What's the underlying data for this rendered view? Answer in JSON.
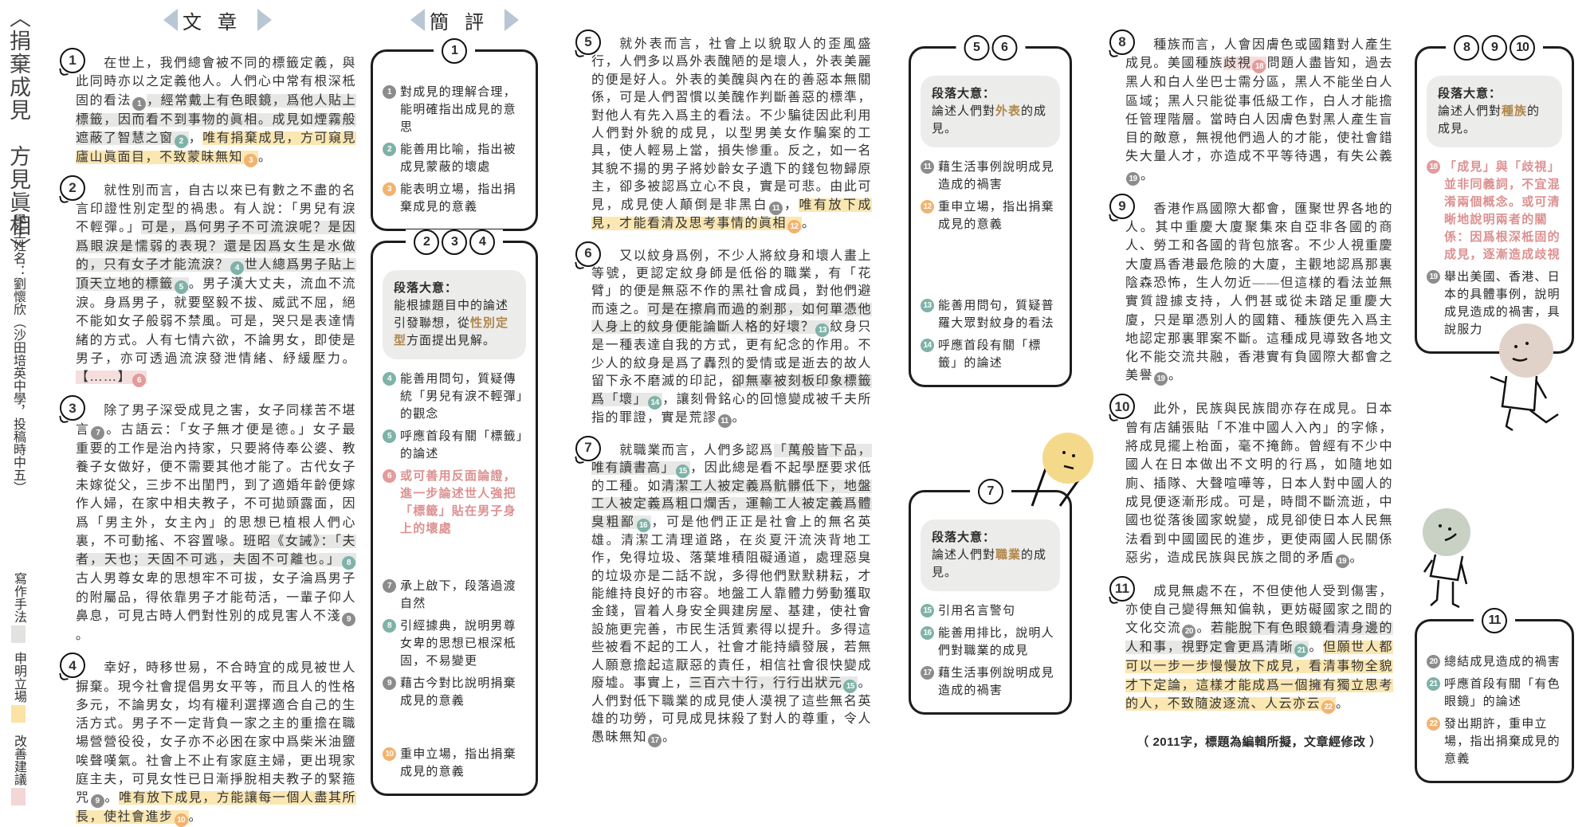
{
  "sidebar": {
    "title": "〈捐棄成見　方見眞相〉",
    "author": "學生姓名：劉懷欣（沙田培英中學，投稿時中五）",
    "legend": [
      {
        "label": "寫作手法",
        "color": "#e2e2e0"
      },
      {
        "label": "申明立場",
        "color": "#fbe3a6"
      },
      {
        "label": "改善建議",
        "color": "#f3d6d6"
      }
    ]
  },
  "headings": {
    "article": "文章",
    "comment": "簡評"
  },
  "colors": {
    "gray": "#8c8c8c",
    "teal": "#7fb2a8",
    "orange": "#f1b36f",
    "pink": "#e39b9b",
    "hl_gray": "#e7e7e5",
    "hl_yellow": "#fbe7b2",
    "hl_pink": "#f5dede",
    "key": "#b0864a"
  },
  "marker_colors": {
    "1": "gray",
    "2": "teal",
    "3": "orange",
    "4": "teal",
    "5": "teal",
    "6": "pink",
    "7": "gray",
    "8": "teal",
    "9": "gray",
    "10": "orange",
    "11": "gray",
    "12": "orange",
    "13": "teal",
    "14": "teal",
    "15": "teal",
    "16": "teal",
    "17": "gray",
    "18": "pink",
    "19": "gray",
    "20": "gray",
    "21": "teal",
    "22": "orange"
  },
  "paragraphs": [
    {
      "num": "1",
      "segments": [
        [
          "在世上，我們總會被不同的標籤定義，與此同時亦以之定義他人。人們心中常有根深柢固的看法",
          "",
          1
        ],
        [
          "，經常戴上有色眼鏡，爲他人貼上標籤，因而看不到事物的眞相。成見如煙霧般遮蔽了智慧之窗",
          "gray",
          2
        ],
        [
          "，",
          "",
          null
        ],
        [
          "唯有捐棄成見，方可窺見廬山眞面目，不致蒙昧無知",
          "yellow",
          3
        ],
        [
          "。",
          "",
          null
        ]
      ]
    },
    {
      "num": "2",
      "segments": [
        [
          "就性別而言，自古以來已有數之不盡的名言印證性別定型的禍患。有人說：「男兒有淚不輕彈。」",
          "",
          null
        ],
        [
          "可是，爲何男子不可流淚呢？是因爲眼淚是懦弱的表現？還是因爲女生是水做的，只有女子才能流淚？",
          "gray",
          4
        ],
        [
          "世人總爲男子貼上頂天立地的標籤",
          "gray",
          5
        ],
        [
          "。男子漢大丈夫，流血不流淚。身爲男子，就要堅毅不拔、威武不屈，絕不能如女子般弱不禁風。可是，哭只是表達情緒的方式。人有七情六欲，不論男女，即使是男子，亦可透過流淚發泄情緒、紓緩壓力。",
          "",
          null
        ],
        [
          "【……】",
          "pink",
          6
        ]
      ]
    },
    {
      "num": "3",
      "segments": [
        [
          "除了男子深受成見之害，女子同樣苦不堪言",
          "",
          7
        ],
        [
          "。古語云：「女子無才便是德。」女子最重要的工作是治內持家，只要將侍奉公婆、教養子女做好，便不需要其他才能了。古代女子未嫁從父，三步不出閨門，到了適婚年齡便嫁作人婦，在家中相夫教子，不可拋頭露面，因爲「男主外，女主內」的思想已植根人們心裏，不可動搖、不容置喙。",
          "",
          null
        ],
        [
          "班昭《女誡》：「夫者，天也；天固不可逃，夫固不可離也。」",
          "gray",
          8
        ],
        [
          "古人男尊女卑的思想牢不可拔，女子淪爲男子的附屬品，得依靠男子才能苟活，一輩子仰人鼻息，可見古時人們對性別的成見害人不淺",
          "",
          9
        ],
        [
          "。",
          "",
          null
        ]
      ]
    },
    {
      "num": "4",
      "segments": [
        [
          "幸好，時移世易，不合時宜的成見被世人摒棄。現今社會提倡男女平等，而且人的性格多元，不論男女，均有權利選擇適合自己的生活方式。男子不一定背負一家之主的重擔在職場營營役役，女子亦不必困在家中爲柴米油鹽唉聲嘆氣。社會上不止有家庭主婦，更出現家庭主夫，可見女性已日漸掙脫相夫教子的緊箍咒",
          "",
          9
        ],
        [
          "。",
          "",
          null
        ],
        [
          "唯有放下成見，方能讓每一個人盡其所長，使社會進步",
          "yellow",
          10
        ],
        [
          "。",
          "",
          null
        ]
      ]
    },
    {
      "num": "5",
      "segments": [
        [
          "就外表而言，社會上以貌取人的歪風盛行，人們多以爲外表醜陋的是壞人，外表美麗的便是好人。外表的美醜與內在的善惡本無關係，可是人們習慣以美醜作判斷善惡的標準，對他人有先入爲主的看法。不少騙徒因此利用人們對外貌的成見，以型男美女作騙案的工具，使人輕易上當，損失慘重。反之，如一名其貌不揚的男子將妙齡女子遺下的錢包物歸原主，卻多被認爲立心不良，實是可悲。由此可見，成見使人顛倒是非黑白",
          "",
          11
        ],
        [
          "，",
          "",
          null
        ],
        [
          "唯有放下成見，才能看清及思考事情的眞相",
          "yellow",
          12
        ],
        [
          "。",
          "",
          null
        ]
      ]
    },
    {
      "num": "6",
      "segments": [
        [
          "又以紋身爲例，不少人將紋身和壞人畫上等號，更認定紋身師是低俗的職業，有「花臂」的便是無惡不作的黑社會成員，對他們避而遠之。",
          "",
          null
        ],
        [
          "可是在擦肩而過的剎那，如何單憑他人身上的紋身便能論斷人格的好壞？",
          "gray",
          13
        ],
        [
          "紋身只是一種表達自我的方式，更有紀念的作用。不少人的紋身是爲了轟烈的愛情或是逝去的故人留下永不磨滅的印記，",
          "",
          null
        ],
        [
          "卻無辜被刻板印象標籤爲「壞」",
          "gray",
          14
        ],
        [
          "，讓刻骨銘心的回憶變成被千夫所指的罪證，實是荒謬",
          "",
          11
        ],
        [
          "。",
          "",
          null
        ]
      ]
    },
    {
      "num": "7",
      "segments": [
        [
          "就職業而言，人們多認爲",
          "",
          null
        ],
        [
          "「萬般皆下品，唯有讀書高」",
          "gray",
          15
        ],
        [
          "，因此總是看不起學歷要求低的工種。如",
          "",
          null
        ],
        [
          "清潔工人被定義爲骯髒低下，地盤工人被定義爲粗口爛舌，運輸工人被定義爲體臭粗鄙",
          "gray",
          16
        ],
        [
          "，可是他們正正是社會上的無名英雄。清潔工清理道路，在炎夏汗流浹背地工作，免得垃圾、落葉堆積阻礙通道，處理惡臭的垃圾亦是二話不說，多得他們默默耕耘，才能維持良好的市容。地盤工人靠體力勞動獲取金錢，冒着人身安全興建房屋、基建，使社會設施更完善，市民生活質素得以提升。多得這些被看不起的工人，社會才能持續發展，若無人願意擔起這厭惡的責任，相信社會很快變成廢墟。事實上，",
          "",
          null
        ],
        [
          "三百六十行，行行出狀元",
          "gray",
          15
        ],
        [
          "。人們對低下職業的成見使人漠視了這些無名英雄的功勞，可見成見抹殺了對人的尊重，令人愚昧無知",
          "",
          17
        ],
        [
          "。",
          "",
          null
        ]
      ]
    },
    {
      "num": "8",
      "segments": [
        [
          "種族而言，人會因膚色或國籍對人產生成見。美國種族",
          "",
          null
        ],
        [
          "歧視",
          "pink",
          18
        ],
        [
          "問題人盡皆知，過去黑人和白人坐巴士需分區，黑人不能坐白人區域；黑人只能從事低級工作，白人才能擔任管理階層。當時白人因膚色對黑人產生盲目的敵意，無視他們過人的才能，使社會錯失大量人才，亦造成不平等待遇，有失公義",
          "",
          19
        ],
        [
          "。",
          "",
          null
        ]
      ]
    },
    {
      "num": "9",
      "segments": [
        [
          "香港作爲國際大都會，匯聚世界各地的人。其中重慶大廈聚集來自亞非各國的商人、勞工和各國的背包旅客。不少人視重慶大廈爲香港最危險的大廈，主觀地認爲那裏陰森恐怖，生人勿近——但這樣的看法並無實質證據支持，人們甚或從未踏足重慶大廈，只是單憑別人的國籍、種族便先入爲主地認定那裏罪案不斷。這種成見導致各地文化不能交流共融，香港實有負國際大都會之美譽",
          "",
          19
        ],
        [
          "。",
          "",
          null
        ]
      ]
    },
    {
      "num": "10",
      "segments": [
        [
          "此外，民族與民族間亦存在成見。日本曾有店舖張貼「不准中國人入內」的字條，將成見擺上枱面，毫不掩飾。曾經有不少中國人在日本做出不文明的行爲，如隨地如廁、插隊、大聲喧嘩等，日本人對中國人的成見便逐漸形成。可是，時間不斷流逝，中國也從落後國家蛻變，成見卻使日本人民無法看到中國國民的進步，更使兩國人民關係惡劣，造成民族與民族之間的矛盾",
          "",
          19
        ],
        [
          "。",
          "",
          null
        ]
      ]
    },
    {
      "num": "11",
      "segments": [
        [
          "成見無處不在，不但使他人受到傷害，亦使自己變得無知偏執，更妨礙國家之間的文化交流",
          "",
          20
        ],
        [
          "。",
          "",
          null
        ],
        [
          "若能脫下有色眼鏡看清身邊的人和事，視野定會更爲清晰",
          "gray",
          21
        ],
        [
          "。",
          "",
          null
        ],
        [
          "但願世人都可以一步一步慢慢放下成見，看清事物全貌才下定論，這樣才能成爲一個擁有獨立思考的人，不致隨波逐流、人云亦云",
          "yellow",
          22
        ],
        [
          "。",
          "",
          null
        ]
      ]
    }
  ],
  "comment_boxes": [
    {
      "heads": [
        "1"
      ],
      "items": [
        {
          "n": 1,
          "text": "對成見的理解合理，能明確指出成見的意思"
        },
        {
          "n": 2,
          "text": "能善用比喻，指出被成見蒙蔽的壞處"
        },
        {
          "n": 3,
          "text": "能表明立場，指出捐棄成見的意義"
        }
      ]
    },
    {
      "heads": [
        "2",
        "3",
        "4"
      ],
      "summary": {
        "label": "段落大意：",
        "pre": "能根據題目中的論述引發聯想，從",
        "key": "性別定型",
        "post": "方面提出見解。"
      },
      "items": [
        {
          "n": 4,
          "text": "能善用問句，質疑傳統「男兒有淚不輕彈」的觀念"
        },
        {
          "n": 5,
          "text": "呼應首段有關「標籤」的論述"
        },
        {
          "n": 6,
          "text": "或可善用反面論證，進一步論述世人強把「標籤」貼在男子身上的壞處",
          "pink": true
        },
        {
          "n": 7,
          "text": "承上啟下，段落過渡自然"
        },
        {
          "n": 8,
          "text": "引經據典，說明男尊女卑的思想已根深柢固，不易變更"
        },
        {
          "n": 9,
          "text": "藉古今對比說明捐棄成見的意義"
        },
        {
          "n": 10,
          "text": "重申立場，指出捐棄成見的意義"
        }
      ]
    },
    {
      "heads": [
        "5",
        "6"
      ],
      "summary": {
        "label": "段落大意：",
        "pre": "論述人們對",
        "key": "外表",
        "post": "的成見。"
      },
      "items": [
        {
          "n": 11,
          "text": "藉生活事例說明成見造成的禍害"
        },
        {
          "n": 12,
          "text": "重申立場，指出捐棄成見的意義"
        },
        {
          "n": 13,
          "text": "能善用問句，質疑普羅大眾對紋身的看法"
        },
        {
          "n": 14,
          "text": "呼應首段有關「標籤」的論述"
        }
      ]
    },
    {
      "heads": [
        "7"
      ],
      "summary": {
        "label": "段落大意：",
        "pre": "論述人們對",
        "key": "職業",
        "post": "的成見。"
      },
      "items": [
        {
          "n": 15,
          "text": "引用名言警句"
        },
        {
          "n": 16,
          "text": "能善用排比，說明人們對職業的成見"
        },
        {
          "n": 17,
          "text": "藉生活事例說明成見造成的禍害"
        }
      ]
    },
    {
      "heads": [
        "8",
        "9",
        "10"
      ],
      "summary": {
        "label": "段落大意：",
        "pre": "論述人們對",
        "key": "種族",
        "post": "的成見。"
      },
      "items": [
        {
          "n": 18,
          "text": "「成見」與「歧視」並非同義詞，不宜混淆兩個概念。或可清晰地說明兩者的關係：因爲根深柢固的成見，逐漸造成歧視",
          "pink": true
        },
        {
          "n": 19,
          "text": "舉出美國、香港、日本的具體事例，說明成見造成的禍害，具說服力"
        }
      ]
    },
    {
      "heads": [
        "11"
      ],
      "items": [
        {
          "n": 20,
          "text": "總結成見造成的禍害"
        },
        {
          "n": 21,
          "text": "呼應首段有關「有色眼鏡」的論述"
        },
        {
          "n": 22,
          "text": "發出期許，重申立場，指出捐棄成見的意義"
        }
      ]
    }
  ],
  "footnote": "（ 2011字，標題為編輯所擬，文章經修改 ）"
}
